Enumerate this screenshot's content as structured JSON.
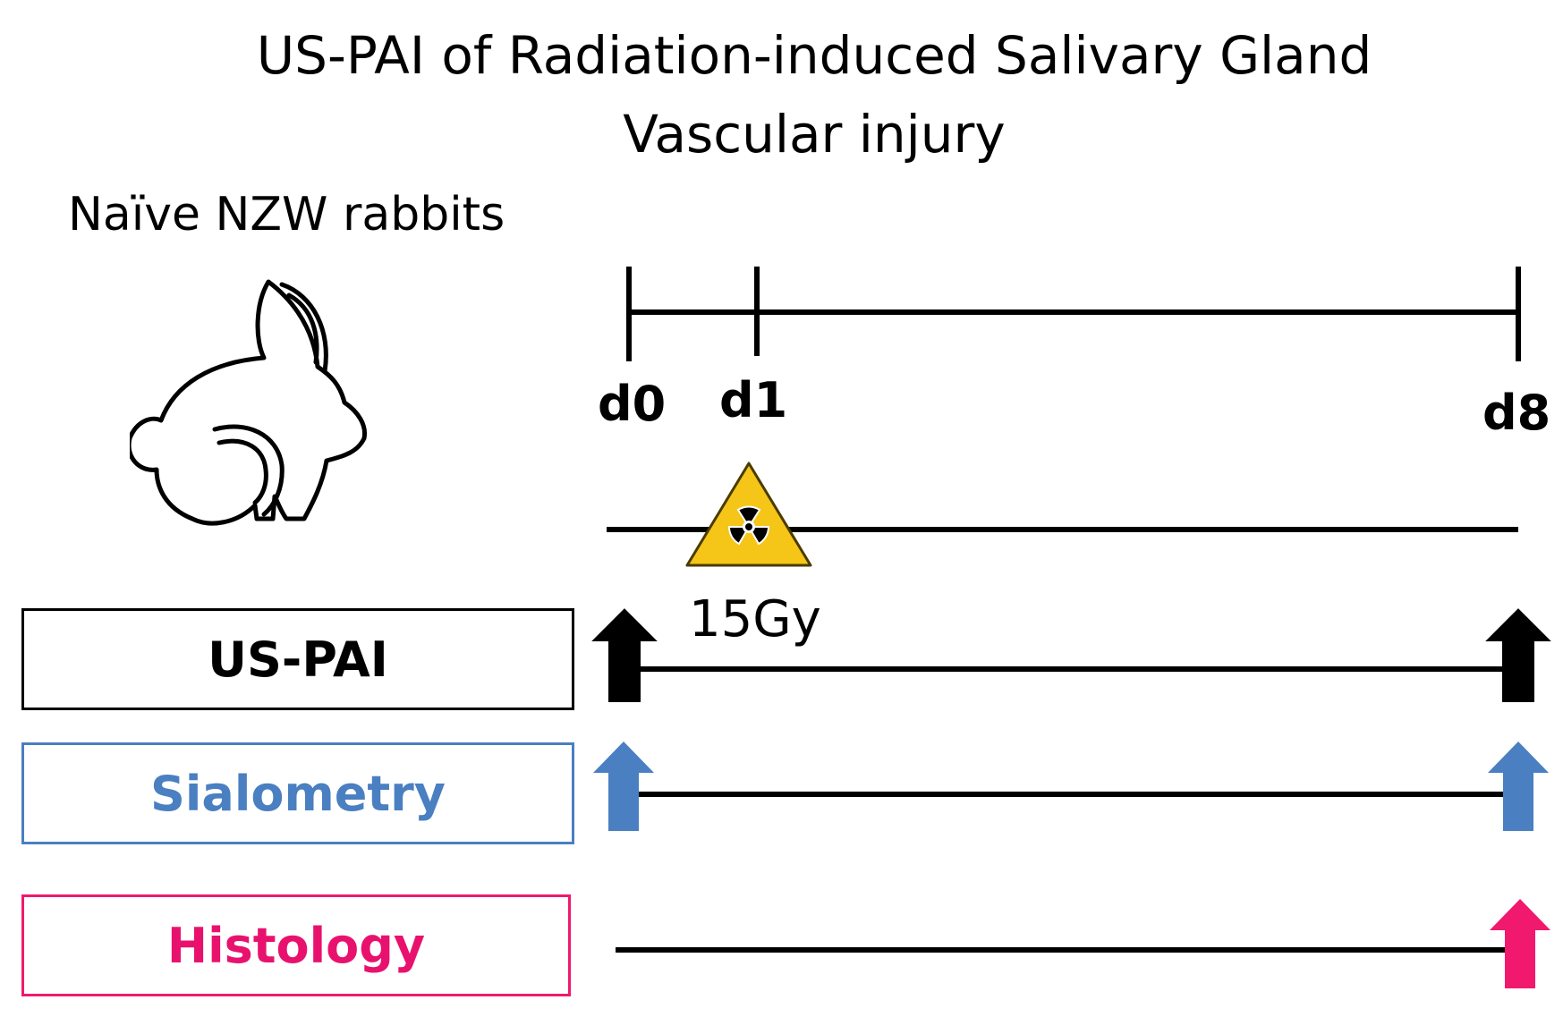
{
  "title_line1": "US-PAI of Radiation-induced Salivary Gland",
  "title_line2": "Vascular injury",
  "subject": "Naïve NZW rabbits",
  "subject_icon": "rabbit-icon",
  "timeline": {
    "days": [
      "d0",
      "d1",
      "d8"
    ]
  },
  "irradiation": {
    "icon": "radiation-warning-icon",
    "dose": "15Gy",
    "color": "#f5c518"
  },
  "procedures": [
    {
      "label": "US-PAI",
      "color": "#000000",
      "timepoints": [
        "d0",
        "d8"
      ]
    },
    {
      "label": "Sialometry",
      "color": "#4a7fc1",
      "timepoints": [
        "d0",
        "d8"
      ]
    },
    {
      "label": "Histology",
      "color": "#f0196e",
      "timepoints": [
        "d8"
      ]
    }
  ]
}
